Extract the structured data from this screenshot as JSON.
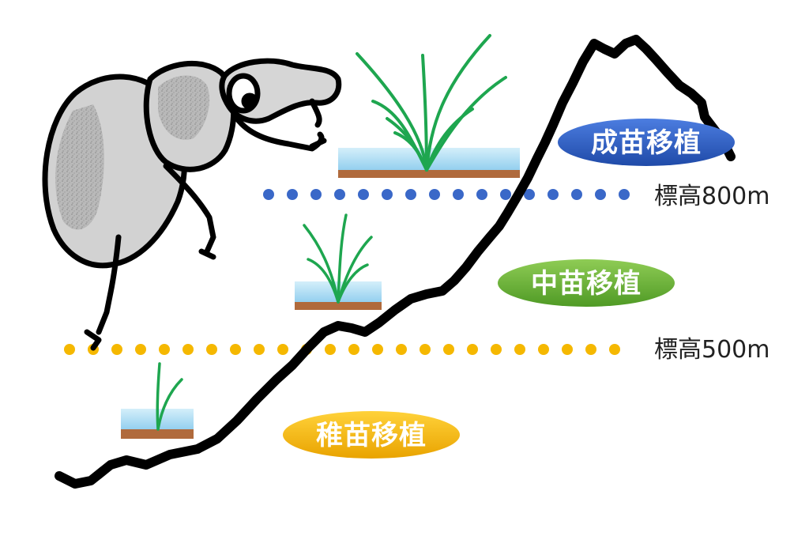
{
  "colors": {
    "high_line": "#3a68c8",
    "low_line": "#f5b800",
    "high_pill": "#2f5fc7",
    "mid_pill": "#6fb23a",
    "low_pill": "#f2b300",
    "water": "#a9dbf3",
    "soil": "#b06a3c",
    "plant": "#1ea64f",
    "mountain": "#000000",
    "beetle_body": "#cfcfcf"
  },
  "labels": {
    "altitude_800": "標高800m",
    "altitude_500": "標高500m",
    "high_zone": "成苗移植",
    "mid_zone": "中苗移植",
    "low_zone": "稚苗移植"
  },
  "icons": {
    "beetle": "weevil-illustration",
    "mountain": "mountain-outline",
    "large_seedling": "rice-seedling-large",
    "medium_seedling": "rice-seedling-medium",
    "small_seedling": "rice-seedling-small"
  }
}
